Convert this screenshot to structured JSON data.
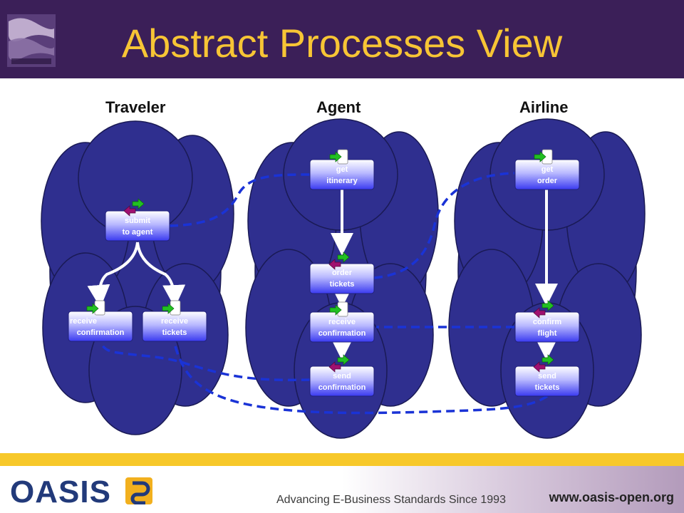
{
  "slide": {
    "title": "Abstract Processes View"
  },
  "lanes": [
    {
      "label": "Traveler"
    },
    {
      "label": "Agent"
    },
    {
      "label": "Airline"
    }
  ],
  "nodes": {
    "submit_to_agent": [
      "submit",
      "to agent"
    ],
    "traveler_receive_confirmation": [
      "receive",
      "confirmation"
    ],
    "receive_tickets": [
      "receive",
      "tickets"
    ],
    "get_itinerary": [
      "get",
      "itinerary"
    ],
    "order_tickets": [
      "order",
      "tickets"
    ],
    "agent_receive_confirmation": [
      "receive",
      "confirmation"
    ],
    "send_confirmation": [
      "send",
      "confirmation"
    ],
    "get_order": [
      "get",
      "order"
    ],
    "confirm_flight": [
      "confirm",
      "flight"
    ],
    "send_tickets": [
      "send",
      "tickets"
    ]
  },
  "footer": {
    "logo_text": "OASIS",
    "tagline": "Advancing E-Business Standards Since 1993",
    "url": "www.oasis-open.org"
  },
  "colors": {
    "header_bg": "#3b1f58",
    "title": "#f7c535",
    "cloud": "#2f2f8f",
    "cloud_outline": "#1a1a55",
    "node_gradient_top": "#ffffff",
    "node_gradient_bottom": "#3a3af0",
    "dashed_link": "#1a33d6",
    "gold_bar": "#f7c82a",
    "send_arrow": "#22c022",
    "receive_arrow": "#a01070"
  }
}
